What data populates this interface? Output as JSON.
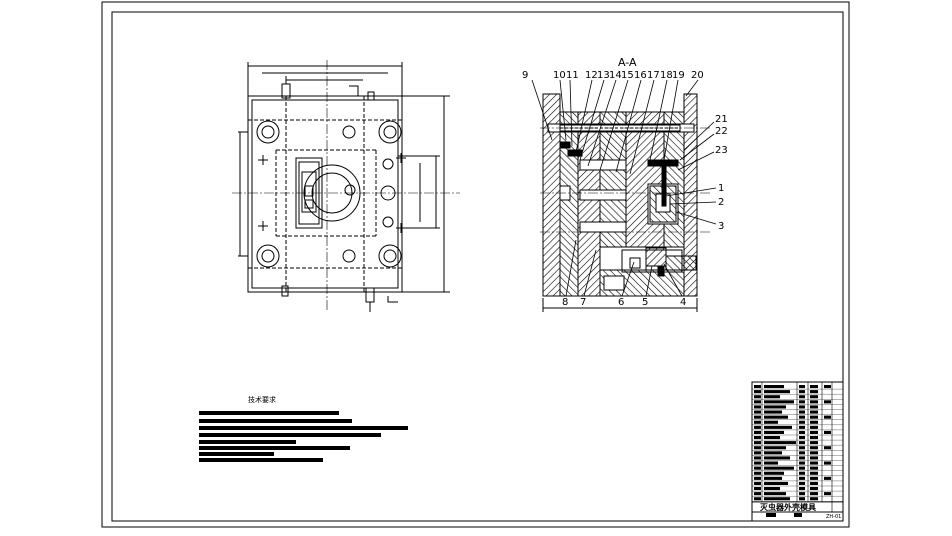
{
  "section_title": "A-A",
  "part_numbers": [
    "1",
    "2",
    "3",
    "4",
    "5",
    "6",
    "7",
    "8",
    "9",
    "10",
    "11",
    "12",
    "13",
    "14",
    "15",
    "16",
    "17",
    "18",
    "19",
    "20",
    "21",
    "22",
    "23"
  ],
  "tech_requirements": {
    "title": "技术要求",
    "line_count": 8
  },
  "title_block": {
    "name": "灭虫器外壳模具",
    "code": "ZH-01"
  },
  "colors": {
    "line": "#000000",
    "hatch": "#000000",
    "background": "#ffffff"
  }
}
